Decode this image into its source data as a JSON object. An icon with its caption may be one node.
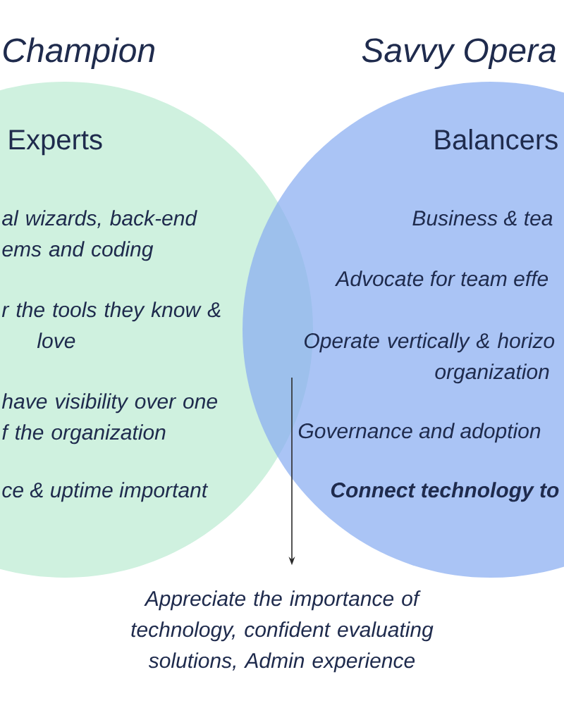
{
  "diagram": {
    "nodes": [
      {
        "text": [
          "Champion",
          "Experts",
          "al wizards, back-end ems and coding",
          "r the tools they know & love",
          "have visibility over one f the organization",
          "ce & uptime important"
        ]
      },
      {
        "text": [
          "Savvy Opera",
          "Balancers",
          "Business & tea",
          "Advocate for team effe",
          "Operate vertically & horizo organization",
          "Governance and adoption",
          "Connect technology to"
        ]
      },
      {
        "text": [
          "Appreciate the importance of technology, confident evaluating solutions, Admin experience"
        ]
      }
    ],
    "edges": [
      {
        "from": 0,
        "to": 2,
        "arrow": "to"
      },
      {
        "from": 1,
        "to": 2,
        "arrow": "to"
      }
    ]
  }
}
